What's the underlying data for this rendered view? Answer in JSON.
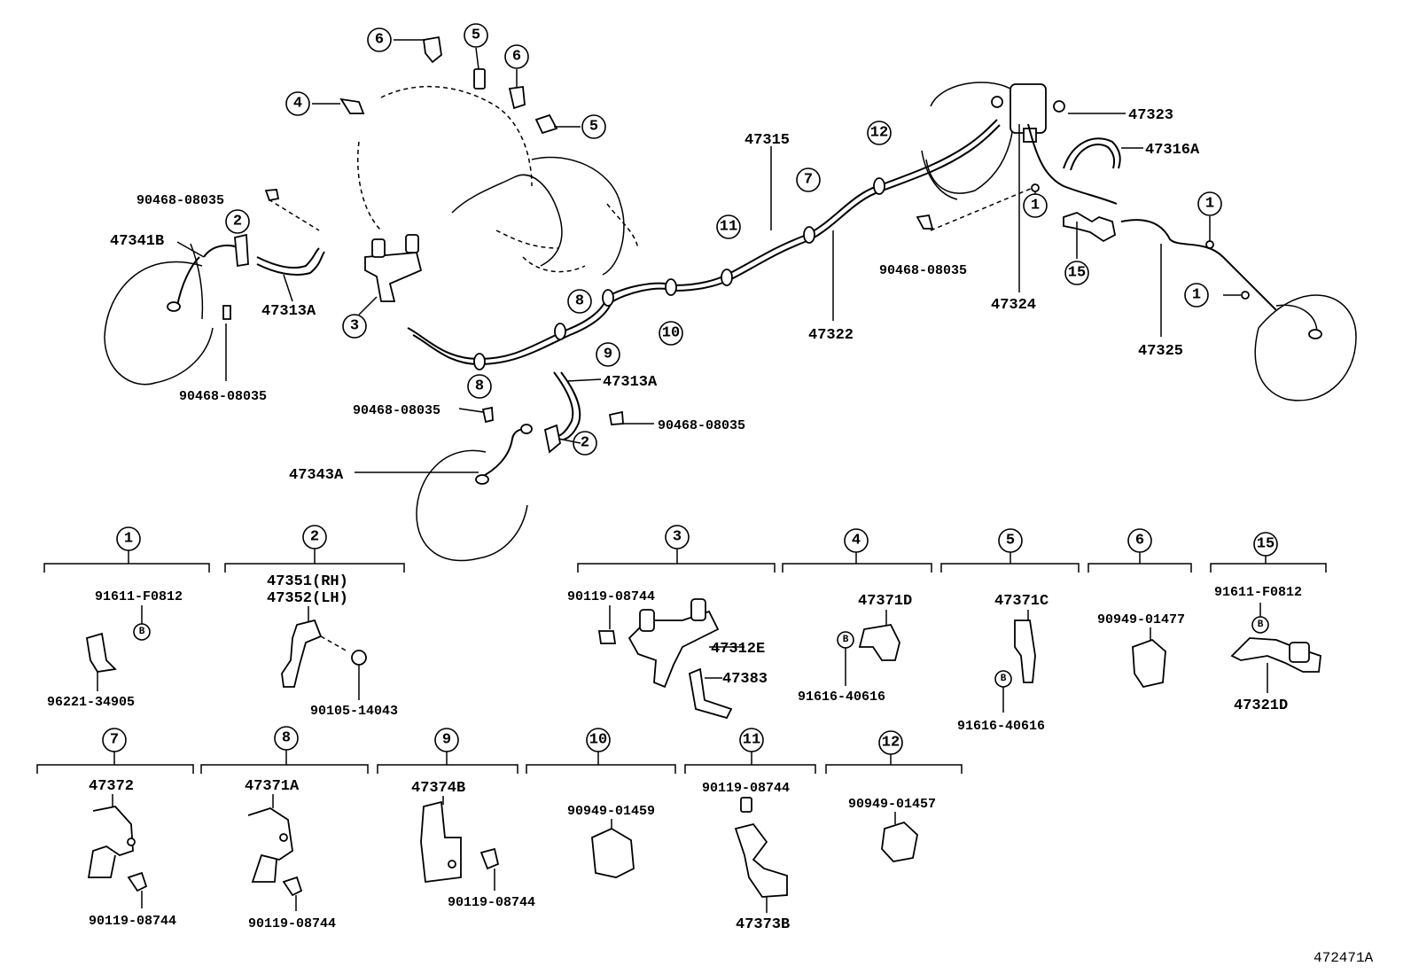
{
  "figure_id": "472471A",
  "callouts": {
    "c1": "1",
    "c2": "2",
    "c3": "3",
    "c4": "4",
    "c5": "5",
    "c6": "6",
    "c7": "7",
    "c8": "8",
    "c9": "9",
    "c10": "10",
    "c11": "11",
    "c12": "12",
    "c15": "15",
    "b": "B"
  },
  "main_labels": {
    "p47323": "47323",
    "p47316a": "47316A",
    "p47315": "47315",
    "p47322": "47322",
    "p47324": "47324",
    "p47325": "47325",
    "p47341b": "47341B",
    "p47313a_upper": "47313A",
    "p47313a_lower": "47313A",
    "p47343a": "47343A",
    "clip_90468_a": "90468-08035",
    "clip_90468_b": "90468-08035",
    "clip_90468_c": "90468-08035",
    "clip_90468_d": "90468-08035",
    "clip_90468_e": "90468-08035"
  },
  "groups": {
    "g1": {
      "label": "1",
      "parts": [
        "91611-F0812",
        "96221-34905"
      ]
    },
    "g2": {
      "label": "2",
      "parts": [
        "47351(RH)",
        "47352(LH)",
        "90105-14043"
      ]
    },
    "g3": {
      "label": "3",
      "parts": [
        "90119-08744",
        "47312E",
        "47383"
      ]
    },
    "g4": {
      "label": "4",
      "parts": [
        "47371D",
        "91616-40616"
      ]
    },
    "g5": {
      "label": "5",
      "parts": [
        "47371C",
        "91616-40616"
      ]
    },
    "g6": {
      "label": "6",
      "parts": [
        "90949-01477"
      ]
    },
    "g15": {
      "label": "15",
      "parts": [
        "91611-F0812",
        "47321D"
      ]
    },
    "g7": {
      "label": "7",
      "parts": [
        "47372",
        "90119-08744"
      ]
    },
    "g8": {
      "label": "8",
      "parts": [
        "47371A",
        "90119-08744"
      ]
    },
    "g9": {
      "label": "9",
      "parts": [
        "47374B",
        "90119-08744"
      ]
    },
    "g10": {
      "label": "10",
      "parts": [
        "90949-01459"
      ]
    },
    "g11": {
      "label": "11",
      "parts": [
        "90119-08744",
        "47373B"
      ]
    },
    "g12": {
      "label": "12",
      "parts": [
        "90949-01457"
      ]
    }
  }
}
